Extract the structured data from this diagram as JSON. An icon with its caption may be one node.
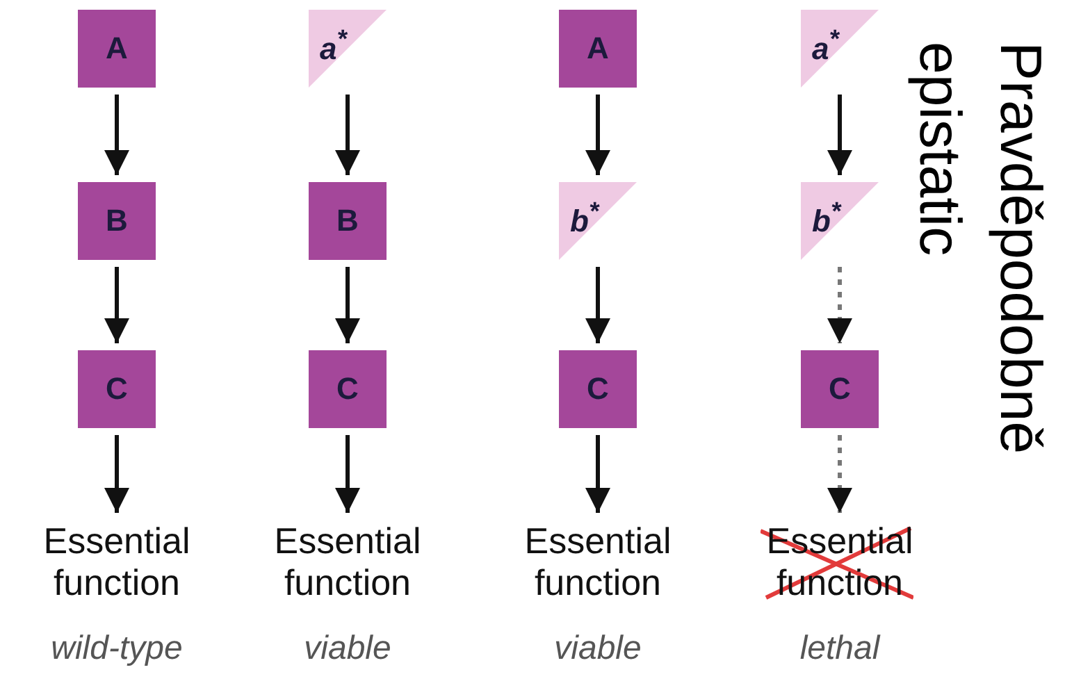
{
  "diagram": {
    "nodes": [
      {
        "text": [
          "A"
        ]
      },
      {
        "text": [
          "B"
        ]
      },
      {
        "text": [
          "C"
        ]
      },
      {
        "text": [
          "Essential function"
        ],
        "beside": [
          "wild-type"
        ]
      },
      {
        "text": [
          "a$^{*}$"
        ]
      },
      {
        "text": [
          "B"
        ]
      },
      {
        "text": [
          "C"
        ]
      },
      {
        "text": [
          "Essential function"
        ],
        "beside": [
          "viable"
        ]
      },
      {
        "text": [
          "A"
        ]
      },
      {
        "text": [
          "b$^{*}$"
        ]
      },
      {
        "text": [
          "C"
        ]
      },
      {
        "text": [
          "Essential function"
        ],
        "beside": [
          "viable"
        ]
      },
      {
        "text": [
          "a$^{*}$"
        ]
      },
      {
        "text": [
          "b$^{*}$"
        ]
      },
      {
        "text": [
          "C"
        ]
      },
      {
        "text": [
          "Essential function"
        ],
        "beside": [
          "lethal"
        ]
      }
    ],
    "edges": [
      {
        "from": 0,
        "to": 1,
        "arrow": "to"
      },
      {
        "from": 1,
        "to": 2,
        "arrow": "to"
      },
      {
        "from": 2,
        "to": 3,
        "arrow": "to"
      },
      {
        "from": 4,
        "to": 5,
        "arrow": "to"
      },
      {
        "from": 5,
        "to": 6,
        "arrow": "to"
      },
      {
        "from": 6,
        "to": 7,
        "arrow": "to"
      },
      {
        "from": 8,
        "to": 9,
        "arrow": "to"
      },
      {
        "from": 9,
        "to": 10,
        "arrow": "to"
      },
      {
        "from": 10,
        "to": 11,
        "arrow": "to"
      },
      {
        "from": 12,
        "to": 13,
        "arrow": "to"
      },
      {
        "from": 13,
        "to": 14,
        "arrow": "to",
        "style": "dashed",
        "color": "#777777"
      },
      {
        "from": 14,
        "to": 15,
        "arrow": "to",
        "style": "dashed",
        "color": "#777777"
      }
    ],
    "labels": [
      "Pravděpodobně epistatic"
    ]
  }
}
